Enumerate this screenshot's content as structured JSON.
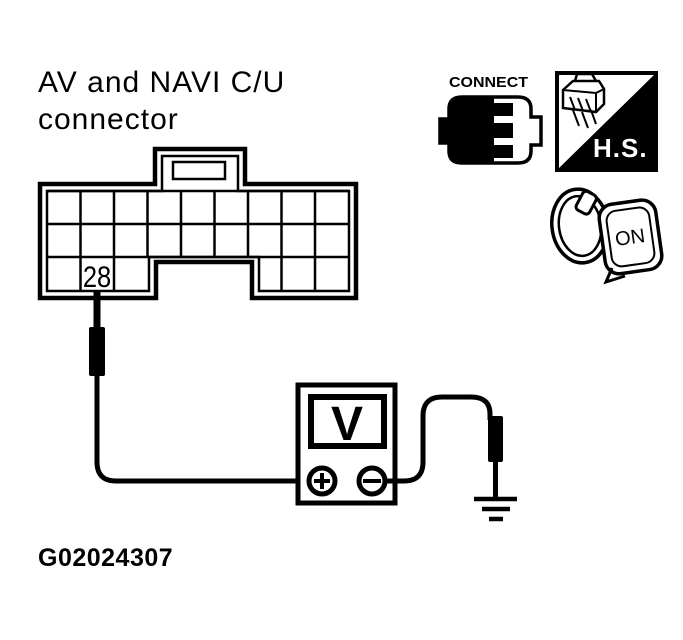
{
  "figure": {
    "title_line1": "AV and NAVI C/U",
    "title_line2": "connector",
    "figure_id": "G02024307"
  },
  "connector": {
    "pin_label": "28",
    "rows": 3,
    "columns": 9,
    "description": "AV and NAVI control unit connector face view with pin 28 probed"
  },
  "meter": {
    "display_label": "V",
    "positive_terminal_symbol": "+",
    "negative_terminal_symbol": "-"
  },
  "badges": {
    "connect_label": "CONNECT",
    "hs_label": "H.S.",
    "ignition_label": "ON"
  },
  "colors": {
    "ink": "#000000",
    "paper": "#ffffff"
  }
}
